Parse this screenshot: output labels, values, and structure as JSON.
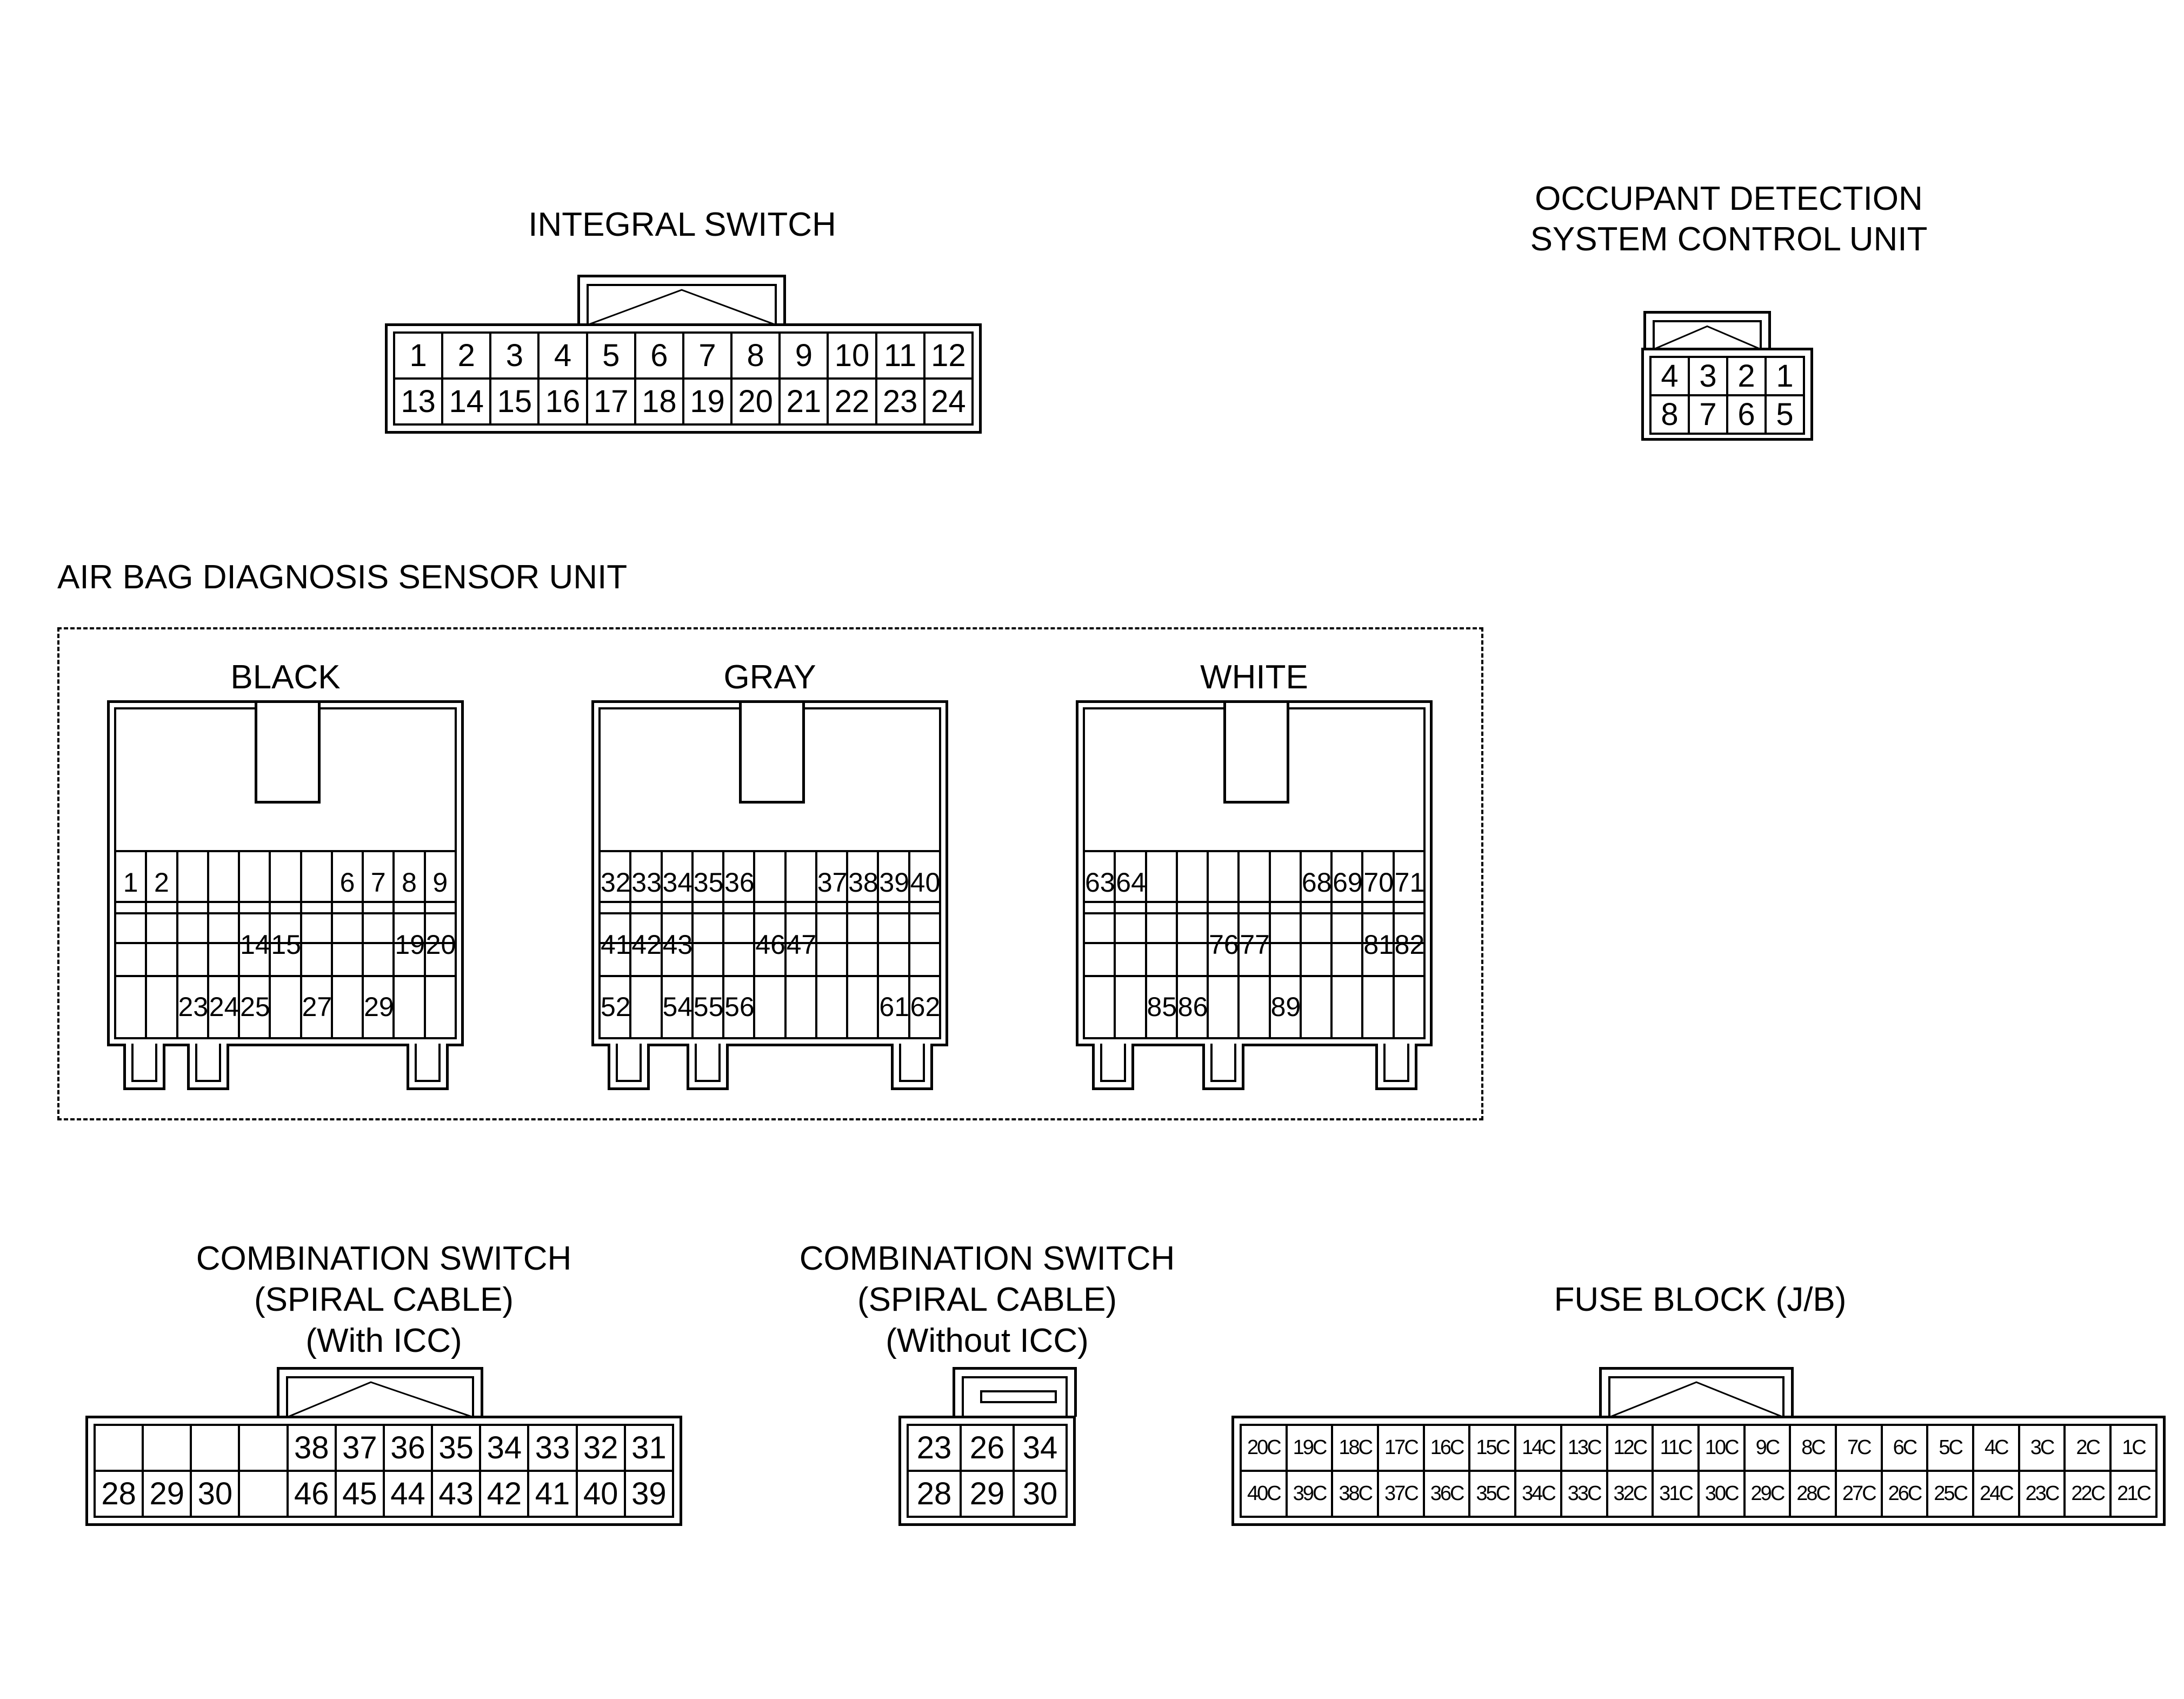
{
  "titles": {
    "integral_switch": "INTEGRAL SWITCH",
    "occupant_line1": "OCCUPANT DETECTION",
    "occupant_line2": "SYSTEM CONTROL UNIT",
    "airbag": "AIR BAG DIAGNOSIS SENSOR UNIT",
    "black": "BLACK",
    "gray": "GRAY",
    "white": "WHITE",
    "combo_icc_line1": "COMBINATION SWITCH",
    "combo_icc_line2": "(SPIRAL CABLE)",
    "combo_icc_line3": "(With ICC)",
    "combo_noicc_line1": "COMBINATION SWITCH",
    "combo_noicc_line2": "(SPIRAL CABLE)",
    "combo_noicc_line3": "(Without ICC)",
    "fuse_block": "FUSE BLOCK (J/B)"
  },
  "connectors": {
    "integral_switch": {
      "rows": [
        [
          "1",
          "2",
          "3",
          "4",
          "5",
          "6",
          "7",
          "8",
          "9",
          "10",
          "11",
          "12"
        ],
        [
          "13",
          "14",
          "15",
          "16",
          "17",
          "18",
          "19",
          "20",
          "21",
          "22",
          "23",
          "24"
        ]
      ]
    },
    "occupant": {
      "rows": [
        [
          "4",
          "3",
          "2",
          "1"
        ],
        [
          "8",
          "7",
          "6",
          "5"
        ]
      ]
    },
    "black": {
      "rows": [
        [
          "1",
          "2",
          "",
          "",
          "",
          "",
          "",
          "6",
          "7",
          "8",
          "9"
        ],
        [
          "",
          "",
          "",
          "",
          "14",
          "15",
          "",
          "",
          "",
          "19",
          "20"
        ],
        [
          "",
          "",
          "23",
          "24",
          "25",
          "",
          "27",
          "",
          "29",
          "",
          ""
        ]
      ]
    },
    "gray": {
      "rows": [
        [
          "32",
          "33",
          "34",
          "35",
          "36",
          "",
          "",
          "37",
          "38",
          "39",
          "40"
        ],
        [
          "41",
          "42",
          "43",
          "",
          "",
          "46",
          "47",
          "",
          "",
          "",
          ""
        ],
        [
          "52",
          "",
          "54",
          "55",
          "56",
          "",
          "",
          "",
          "",
          "61",
          "62"
        ]
      ]
    },
    "white": {
      "rows": [
        [
          "63",
          "64",
          "",
          "",
          "",
          "",
          "",
          "68",
          "69",
          "70",
          "71"
        ],
        [
          "",
          "",
          "",
          "",
          "76",
          "77",
          "",
          "",
          "",
          "81",
          "82"
        ],
        [
          "",
          "",
          "85",
          "86",
          "",
          "",
          "89",
          "",
          "",
          "",
          ""
        ]
      ]
    },
    "combo_icc": {
      "rows": [
        [
          "",
          "",
          "",
          "",
          "38",
          "37",
          "36",
          "35",
          "34",
          "33",
          "32",
          "31"
        ],
        [
          "28",
          "29",
          "30",
          "",
          "46",
          "45",
          "44",
          "43",
          "42",
          "41",
          "40",
          "39"
        ]
      ]
    },
    "combo_noicc": {
      "rows": [
        [
          "23",
          "26",
          "34"
        ],
        [
          "28",
          "29",
          "30"
        ]
      ]
    },
    "fuse_block": {
      "rows": [
        [
          "20C",
          "19C",
          "18C",
          "17C",
          "16C",
          "15C",
          "14C",
          "13C",
          "12C",
          "11C",
          "10C",
          "9C",
          "8C",
          "7C",
          "6C",
          "5C",
          "4C",
          "3C",
          "2C",
          "1C"
        ],
        [
          "40C",
          "39C",
          "38C",
          "37C",
          "36C",
          "35C",
          "34C",
          "33C",
          "32C",
          "31C",
          "30C",
          "29C",
          "28C",
          "27C",
          "26C",
          "25C",
          "24C",
          "23C",
          "22C",
          "21C"
        ]
      ]
    }
  }
}
